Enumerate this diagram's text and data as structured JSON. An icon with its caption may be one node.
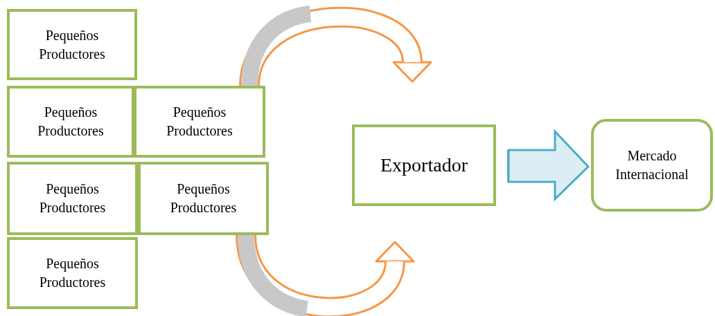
{
  "diagram": {
    "nodes": [
      {
        "text": [
          "Pequeños Productores"
        ]
      },
      {
        "text": [
          "Pequeños Productores"
        ]
      },
      {
        "text": [
          "Pequeños Productores"
        ]
      },
      {
        "text": [
          "Pequeños Productores"
        ]
      },
      {
        "text": [
          "Pequeños Productores"
        ]
      },
      {
        "text": [
          "Pequeños Productores"
        ]
      },
      {
        "text": [
          "Exportador"
        ]
      },
      {
        "text": [
          "Mercado Internacional"
        ]
      }
    ],
    "edges": [
      {
        "from": 2,
        "to": 6,
        "arrow": "to",
        "color": "#f79646"
      },
      {
        "from": 4,
        "to": 6,
        "arrow": "to",
        "color": "#f79646"
      },
      {
        "from": 6,
        "to": 7,
        "arrow": "to",
        "style": "thick",
        "color": "#4bacc6"
      }
    ]
  }
}
